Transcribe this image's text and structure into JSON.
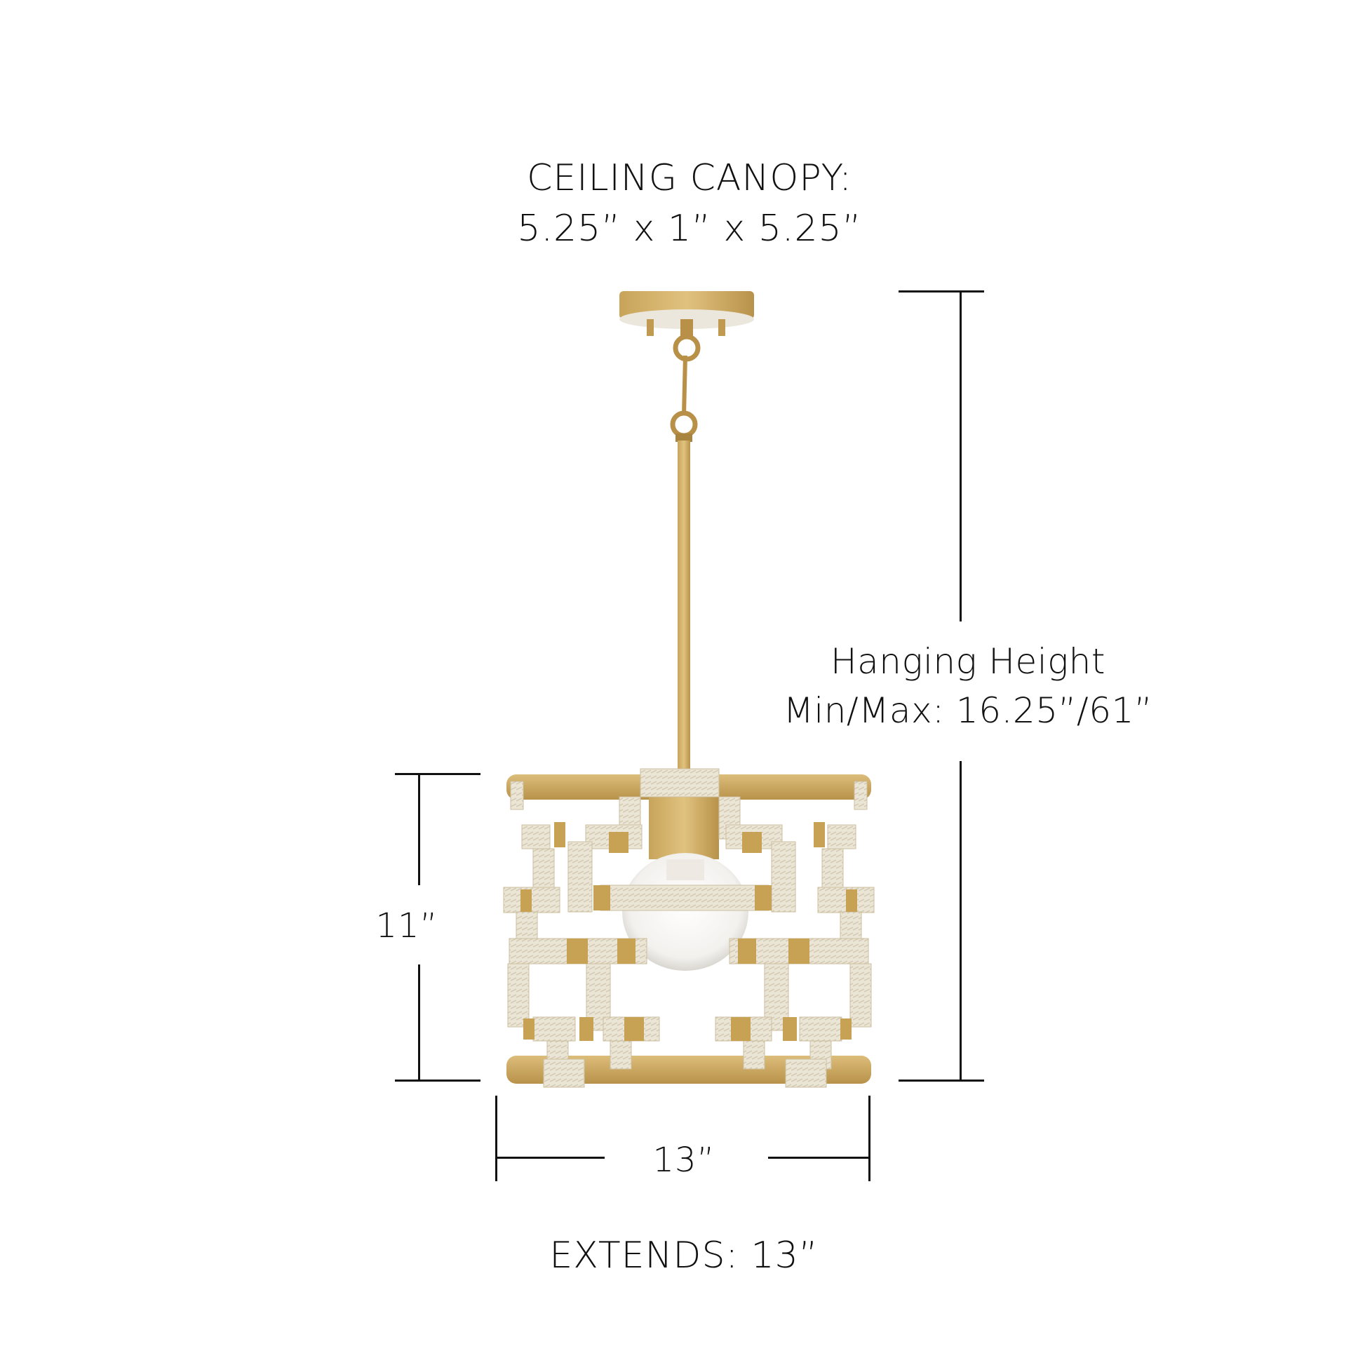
{
  "diagram": {
    "subject": "Pendant light fixture dimension diagram",
    "canopy": {
      "line1": "CEILING CANOPY:",
      "line2": "5.25” x 1” x 5.25”"
    },
    "hanging_height": {
      "line1": "Hanging Height",
      "line2": "Min/Max: 16.25”/61”"
    },
    "height": {
      "label": "11”"
    },
    "width": {
      "label": "13”"
    },
    "extends": {
      "label": "EXTENDS: 13”"
    },
    "colors": {
      "brass": "#c9a85c",
      "brass_dark": "#a8843f",
      "brass_light": "#e3c98a",
      "rope": "#e9e3d4",
      "rope_shadow": "#cfc6b1",
      "line": "#111111",
      "background": "#ffffff"
    }
  }
}
